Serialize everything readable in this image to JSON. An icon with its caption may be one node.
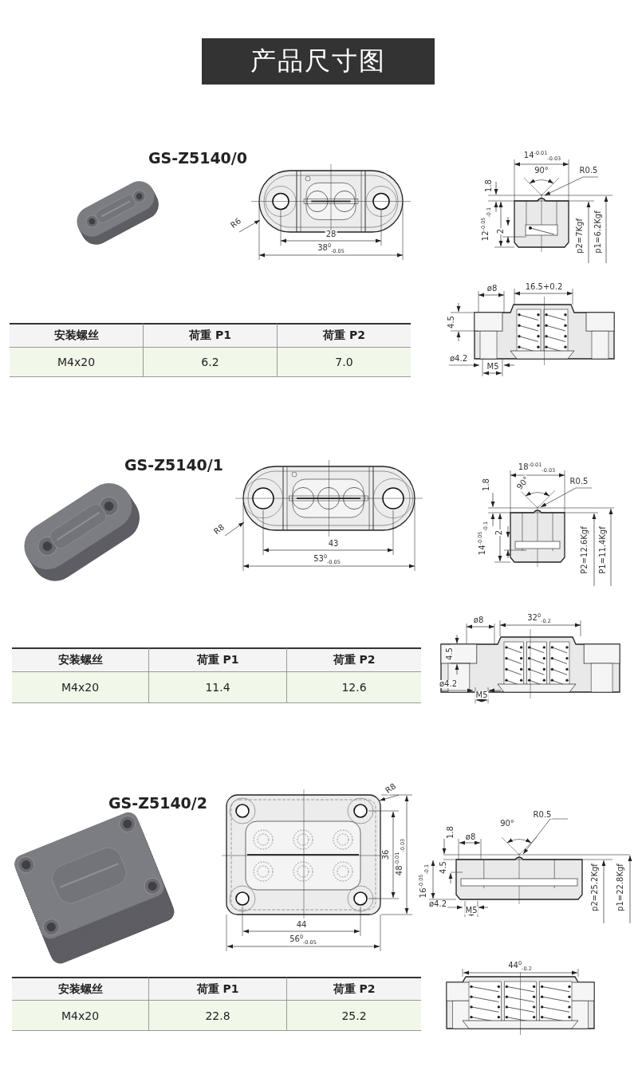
{
  "diagram": {
    "title": "产品尺寸图",
    "labels": [
      "GS-Z5140/0",
      "R6",
      "28",
      "38$^{0}$$_{-0.05}$",
      "14$^{-0.01}$$_{-0.03}$",
      "90°",
      "R0.5",
      "1.8",
      "12$^{-0.05}$$_{-0.1}$",
      "2",
      "p2=7Kgf",
      "p1=6.2Kgf",
      "ø8",
      "16.5+0.2",
      "4.5",
      "ø4.2",
      "M5",
      "安装螺丝",
      "荷重 P1",
      "荷重 P2",
      "M4x20",
      "6.2",
      "7.0",
      "GS-Z5140/1",
      "R8",
      "43",
      "53$^{0}$$_{-0.05}$",
      "18$^{-0.01}$$_{-0.03}$",
      "90°",
      "R0.5",
      "1.8",
      "14$^{-0.05}$$_{-0.1}$",
      "2",
      "P2=12.6Kgf",
      "P1=11.4Kgf",
      "ø8",
      "32$^{0}$$_{-0.2}$",
      "4.5",
      "ø4.2",
      "M5",
      "安装螺丝",
      "荷重 P1",
      "荷重 P2",
      "M4x20",
      "11.4",
      "12.6",
      "GS-Z5140/2",
      "R8",
      "36",
      "48$^{-0.01}$$_{-0.03}$",
      "44",
      "56$^{0}$$_{-0.05}$",
      "90°",
      "R0.5",
      "1.8",
      "ø8",
      "4.5",
      "16$^{-0.05}$$_{-0.1}$",
      "ø4.2",
      "M5",
      "p2=25.2Kgf",
      "p1=22.8Kgf",
      "44$^{0}$$_{-0.2}$",
      "安装螺丝",
      "荷重 P1",
      "荷重 P2",
      "M4x20",
      "22.8",
      "25.2"
    ]
  }
}
